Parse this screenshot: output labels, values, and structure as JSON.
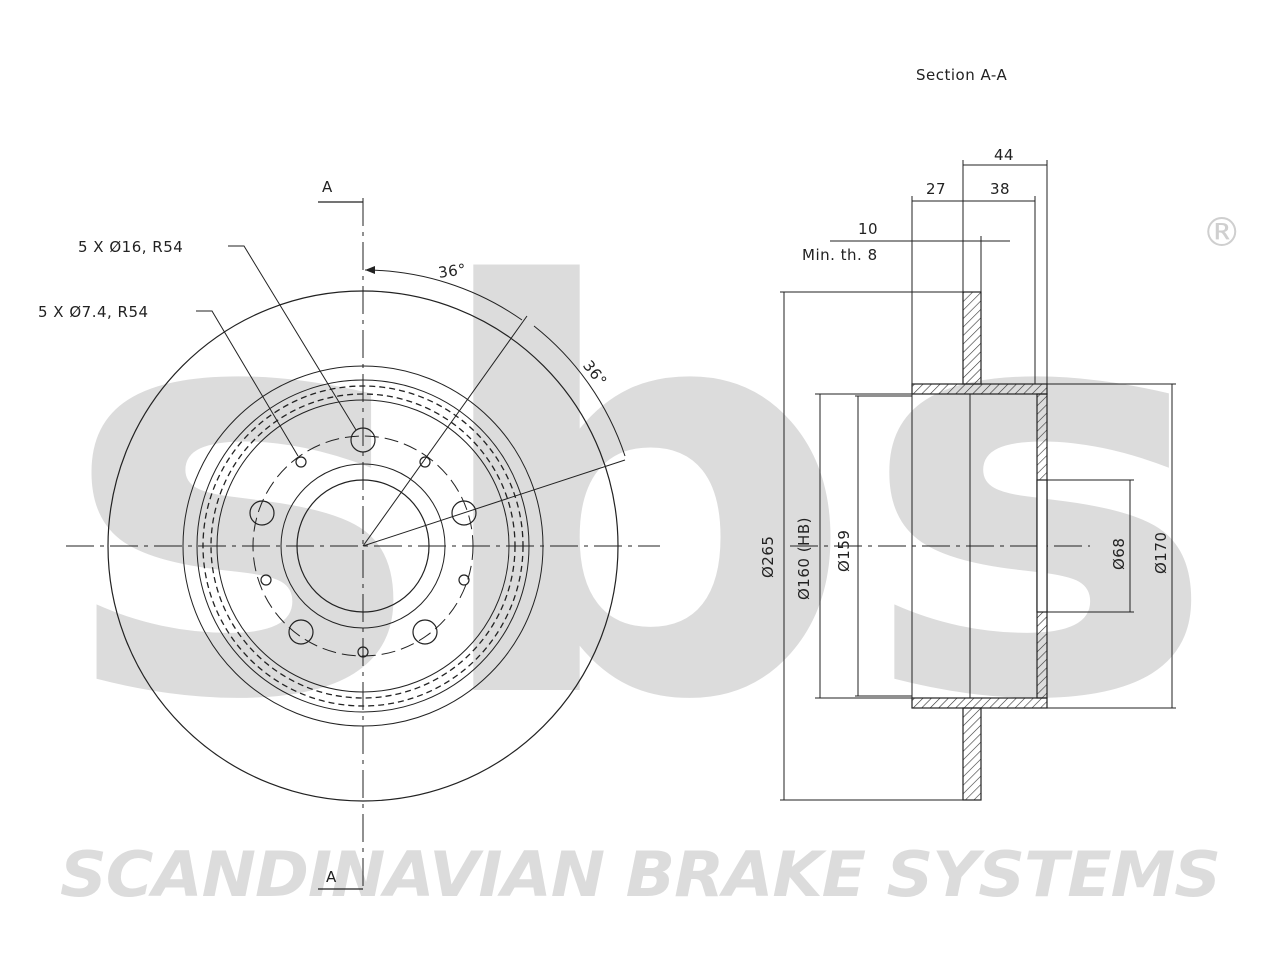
{
  "watermark": {
    "brand_letters": "sbs",
    "registered_mark": "®",
    "company_name": "SCANDINAVIAN BRAKE SYSTEMS"
  },
  "front_view": {
    "section_marker_top": "A",
    "section_marker_bottom": "A",
    "hole_label_large": "5 X Ø16, R54",
    "hole_label_small": "5 X Ø7.4, R54",
    "angle_1": "36°",
    "angle_2": "36°"
  },
  "section_view": {
    "title": "Section A-A",
    "dim_overall_width": "44",
    "dim_hat_depth": "27",
    "dim_offset": "38",
    "dim_thickness": "10",
    "dim_min_thickness": "Min. th. 8",
    "dim_outer_diameter": "Ø265",
    "dim_hub_bore_hb": "Ø160 (HB)",
    "dim_inner_diameter": "Ø159",
    "dim_center_bore": "Ø68",
    "dim_hat_diameter": "Ø170"
  }
}
